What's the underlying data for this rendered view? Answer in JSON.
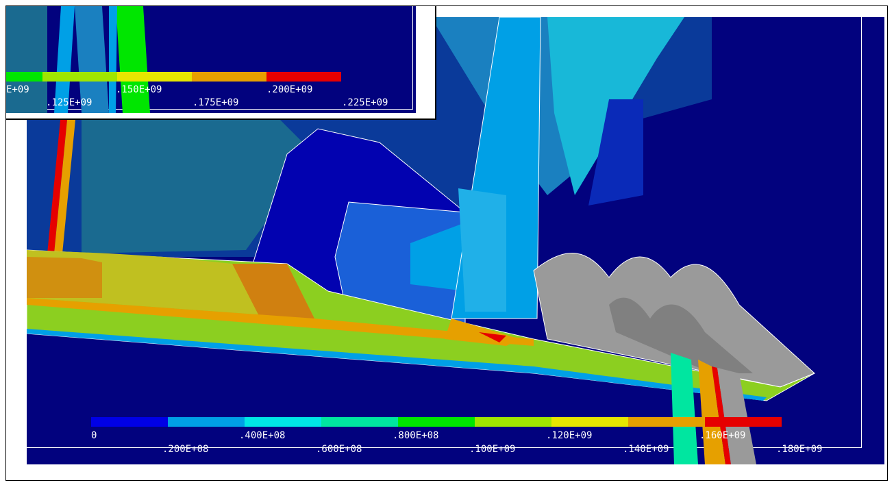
{
  "main_legend": {
    "colors": [
      "#0000e6",
      "#00a0e6",
      "#00e6e6",
      "#00e6a0",
      "#00e600",
      "#a0e600",
      "#e6e600",
      "#e6a000",
      "#e60000"
    ],
    "labels_row_upper": [
      "0",
      ".400E+08",
      ".800E+08",
      ".120E+09",
      ".160E+09"
    ],
    "labels_row_lower": [
      ".200E+08",
      ".600E+08",
      ".100E+09",
      ".140E+09",
      ".180E+09"
    ]
  },
  "inset_legend": {
    "colors": [
      "#a0e600",
      "#e6e600",
      "#e6a000",
      "#e60000"
    ],
    "labels_row_upper": [
      "E+09",
      ".150E+09",
      ".200E+09"
    ],
    "labels_row_lower": [
      ".125E+09",
      ".175E+09",
      ".225E+09"
    ]
  }
}
